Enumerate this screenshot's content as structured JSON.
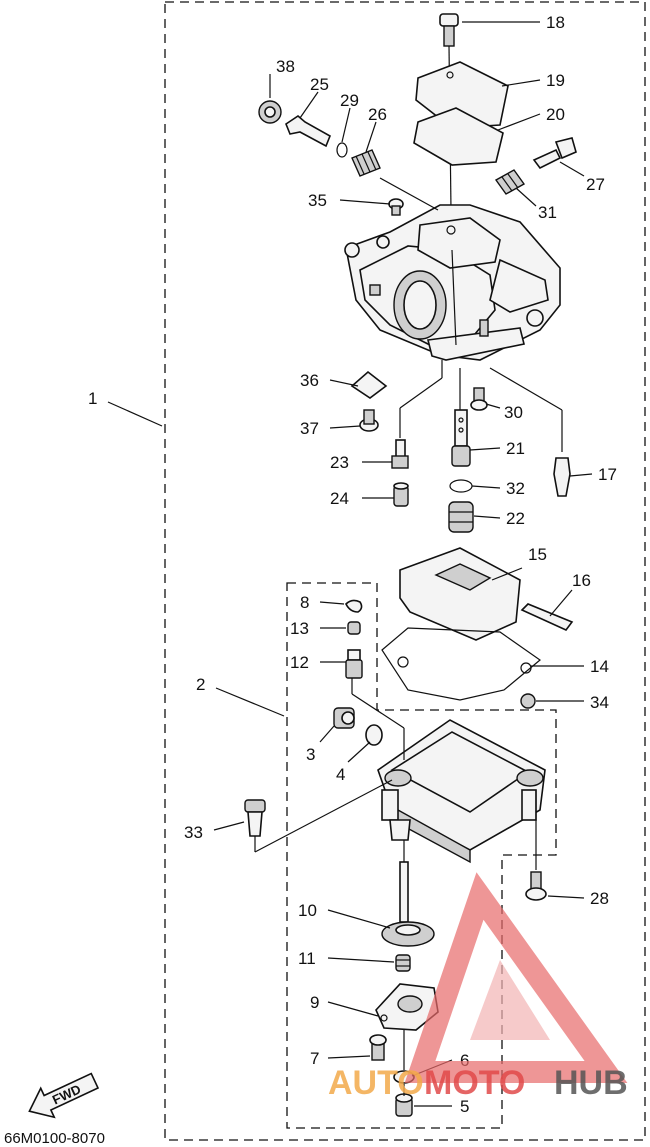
{
  "callouts": [
    {
      "id": "1",
      "text": "1"
    },
    {
      "id": "2",
      "text": "2"
    },
    {
      "id": "3",
      "text": "3"
    },
    {
      "id": "4",
      "text": "4"
    },
    {
      "id": "5",
      "text": "5"
    },
    {
      "id": "6",
      "text": "6"
    },
    {
      "id": "7",
      "text": "7"
    },
    {
      "id": "8",
      "text": "8"
    },
    {
      "id": "9",
      "text": "9"
    },
    {
      "id": "10",
      "text": "10"
    },
    {
      "id": "11",
      "text": "11"
    },
    {
      "id": "12",
      "text": "12"
    },
    {
      "id": "13",
      "text": "13"
    },
    {
      "id": "14",
      "text": "14"
    },
    {
      "id": "15",
      "text": "15"
    },
    {
      "id": "16",
      "text": "16"
    },
    {
      "id": "17",
      "text": "17"
    },
    {
      "id": "18",
      "text": "18"
    },
    {
      "id": "19",
      "text": "19"
    },
    {
      "id": "20",
      "text": "20"
    },
    {
      "id": "21",
      "text": "21"
    },
    {
      "id": "22",
      "text": "22"
    },
    {
      "id": "23",
      "text": "23"
    },
    {
      "id": "24",
      "text": "24"
    },
    {
      "id": "25",
      "text": "25"
    },
    {
      "id": "26",
      "text": "26"
    },
    {
      "id": "27",
      "text": "27"
    },
    {
      "id": "28",
      "text": "28"
    },
    {
      "id": "29",
      "text": "29"
    },
    {
      "id": "30",
      "text": "30"
    },
    {
      "id": "31",
      "text": "31"
    },
    {
      "id": "32",
      "text": "32"
    },
    {
      "id": "33",
      "text": "33"
    },
    {
      "id": "34",
      "text": "34"
    },
    {
      "id": "35",
      "text": "35"
    },
    {
      "id": "36",
      "text": "36"
    },
    {
      "id": "37",
      "text": "37"
    },
    {
      "id": "38",
      "text": "38"
    }
  ],
  "fwd_label": "FWD",
  "diagram_code": "66M0100-8070",
  "watermark": {
    "part1": "AUTO",
    "part2": "MOTO",
    "part3": "HUB",
    "color1": "#f2a94a",
    "color2": "#e04a4a",
    "color3": "#555555"
  }
}
